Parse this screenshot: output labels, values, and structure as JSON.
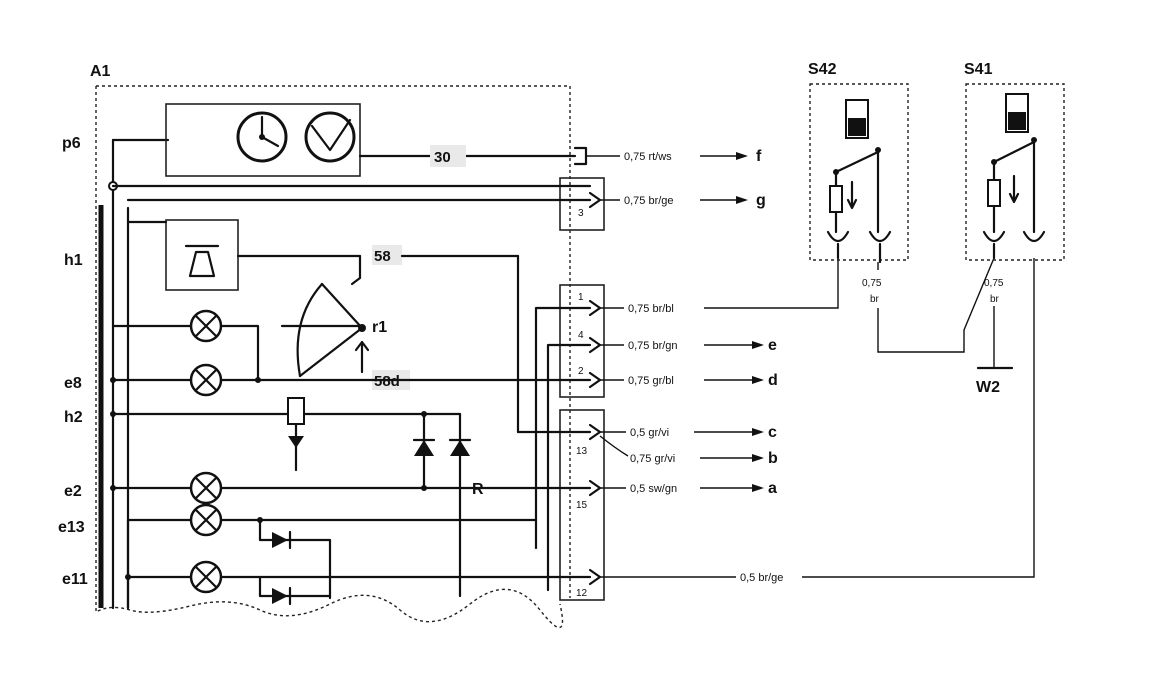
{
  "module": {
    "label": "A1",
    "points": {
      "p6": "p6",
      "h1": "h1",
      "e8": "e8",
      "h2": "h2",
      "e2": "e2",
      "e13": "e13",
      "e11": "e11",
      "r1": "r1",
      "R": "R"
    },
    "terminals": {
      "t30": "30",
      "t58": "58",
      "t58d": "58d"
    },
    "pins": [
      "3",
      "1",
      "4",
      "2",
      "13",
      "15",
      "12"
    ]
  },
  "wires": [
    {
      "id": "f",
      "spec": "0,75 rt/ws",
      "dest": "f"
    },
    {
      "id": "g",
      "spec": "0,75 br/ge",
      "dest": "g"
    },
    {
      "id": "s42",
      "spec": "0,75 br/bl",
      "dest": ""
    },
    {
      "id": "e",
      "spec": "0,75 br/gn",
      "dest": "e"
    },
    {
      "id": "d",
      "spec": "0,75 gr/bl",
      "dest": "d"
    },
    {
      "id": "c",
      "spec": "0,5 gr/vi",
      "dest": "c"
    },
    {
      "id": "b",
      "spec": "0,75 gr/vi",
      "dest": "b"
    },
    {
      "id": "a",
      "spec": "0,5 sw/gn",
      "dest": "a"
    },
    {
      "id": "s41",
      "spec": "0,5 br/ge",
      "dest": ""
    }
  ],
  "switches": {
    "s42": {
      "label": "S42",
      "wire_size": "0,75",
      "wire_color": "br"
    },
    "s41": {
      "label": "S41",
      "wire_size": "0,75",
      "wire_color": "br"
    }
  },
  "ground": {
    "label": "W2"
  }
}
